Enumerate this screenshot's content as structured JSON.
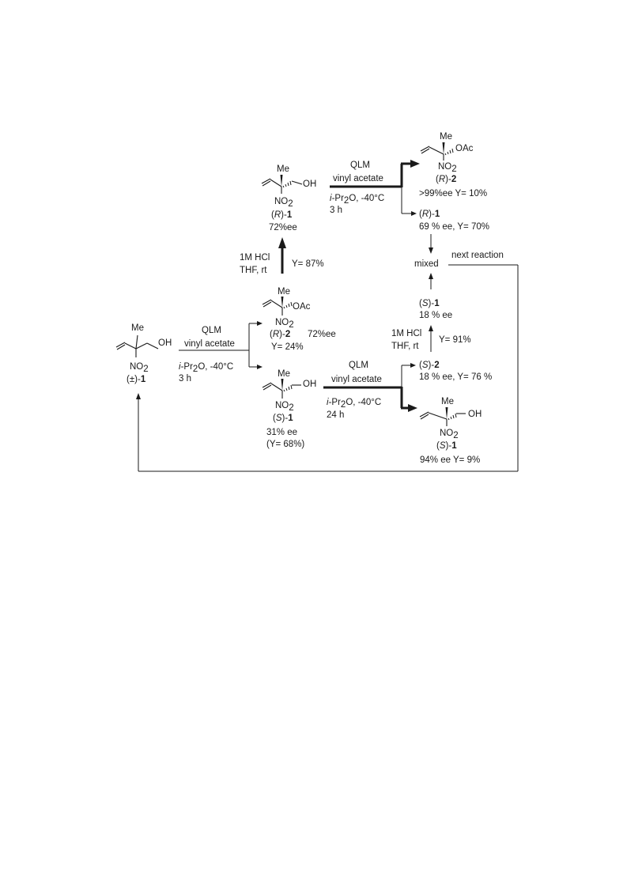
{
  "colors": {
    "ink": "#1a1a1a",
    "background": "#ffffff"
  },
  "atoms": {
    "me": "Me",
    "oh": "OH",
    "oac": "OAc",
    "no": "NO",
    "sub2": "2"
  },
  "compounds": {
    "racemic": {
      "prefix": "(±)-",
      "number": "1"
    },
    "r1_top": {
      "stereo": "R",
      "number": "1",
      "ee": "72%ee"
    },
    "r2_top": {
      "stereo": "R",
      "number": "2",
      "result": ">99%ee  Y= 10%"
    },
    "r1_right": {
      "stereo": "R",
      "number": "1",
      "result": "69 % ee, Y= 70%"
    },
    "r2_mid": {
      "stereo": "R",
      "number": "2",
      "ee": "72%ee",
      "yield": "Y= 24%"
    },
    "s1_mid": {
      "stereo": "S",
      "number": "1",
      "ee": "31% ee",
      "yield": "(Y= 68%)"
    },
    "s1_right": {
      "stereo": "S",
      "number": "1",
      "ee": "18 % ee"
    },
    "s2_right": {
      "stereo": "S",
      "number": "2",
      "result": "18 % ee, Y= 76 %"
    },
    "s1_bottom": {
      "stereo": "S",
      "number": "1",
      "result": "94% ee  Y= 9%"
    }
  },
  "conditions": {
    "step1": {
      "enzyme": "QLM",
      "acyl": "vinyl acetate",
      "solvent_prefix": "i",
      "solvent_rest": "-Pr",
      "solvent_tail": "O, -40°C",
      "time": "3 h"
    },
    "step2": {
      "enzyme": "QLM",
      "acyl": "vinyl acetate",
      "solvent_prefix": "i",
      "solvent_rest": "-Pr",
      "solvent_tail": "O, -40°C",
      "time": "3 h"
    },
    "step3": {
      "enzyme": "QLM",
      "acyl": "vinyl acetate",
      "solvent_prefix": "i",
      "solvent_rest": "-Pr",
      "solvent_tail": "O, -40°C",
      "time": "24 h"
    },
    "hydrolysis_left": {
      "reagent": "1M HCl",
      "solvent": "THF, rt",
      "yield": "Y= 87%"
    },
    "hydrolysis_right": {
      "reagent": "1M HCl",
      "solvent": "THF, rt",
      "yield": "Y= 91%"
    }
  },
  "flow": {
    "mixed": "mixed",
    "next_reaction": "next reaction"
  }
}
